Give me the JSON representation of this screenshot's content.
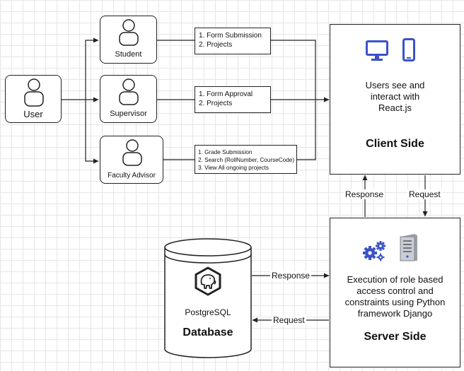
{
  "user": {
    "label": "User"
  },
  "roles": [
    {
      "label": "Student",
      "items": [
        "1. Form Submission",
        "2. Projects"
      ]
    },
    {
      "label": "Supervisor",
      "items": [
        "1. Form Approval",
        "2. Projects"
      ]
    },
    {
      "label": "Faculty Advisor",
      "items": [
        "1. Grade Submission",
        "2. Search (RollNumber, CourseCode)",
        "3. View All ongoing projects"
      ]
    }
  ],
  "client": {
    "description": [
      "Users see and",
      "interact with",
      "React.js"
    ],
    "title": "Client Side"
  },
  "server": {
    "description": [
      "Execution of role based",
      "access control and",
      "constraints using Python",
      "framework Django"
    ],
    "title": "Server Side"
  },
  "database": {
    "name": "PostgreSQL",
    "title": "Database"
  },
  "edges": {
    "client_server_response": "Response",
    "client_server_request": "Request",
    "db_server_response": "Response",
    "server_db_request": "Request"
  },
  "colors": {
    "icon_blue": "#3b53c7",
    "line": "#222222"
  },
  "icons": [
    "user-icon",
    "desktop-monitor-icon",
    "mobile-phone-icon",
    "gears-icon",
    "server-tower-icon",
    "postgresql-elephant-icon"
  ]
}
